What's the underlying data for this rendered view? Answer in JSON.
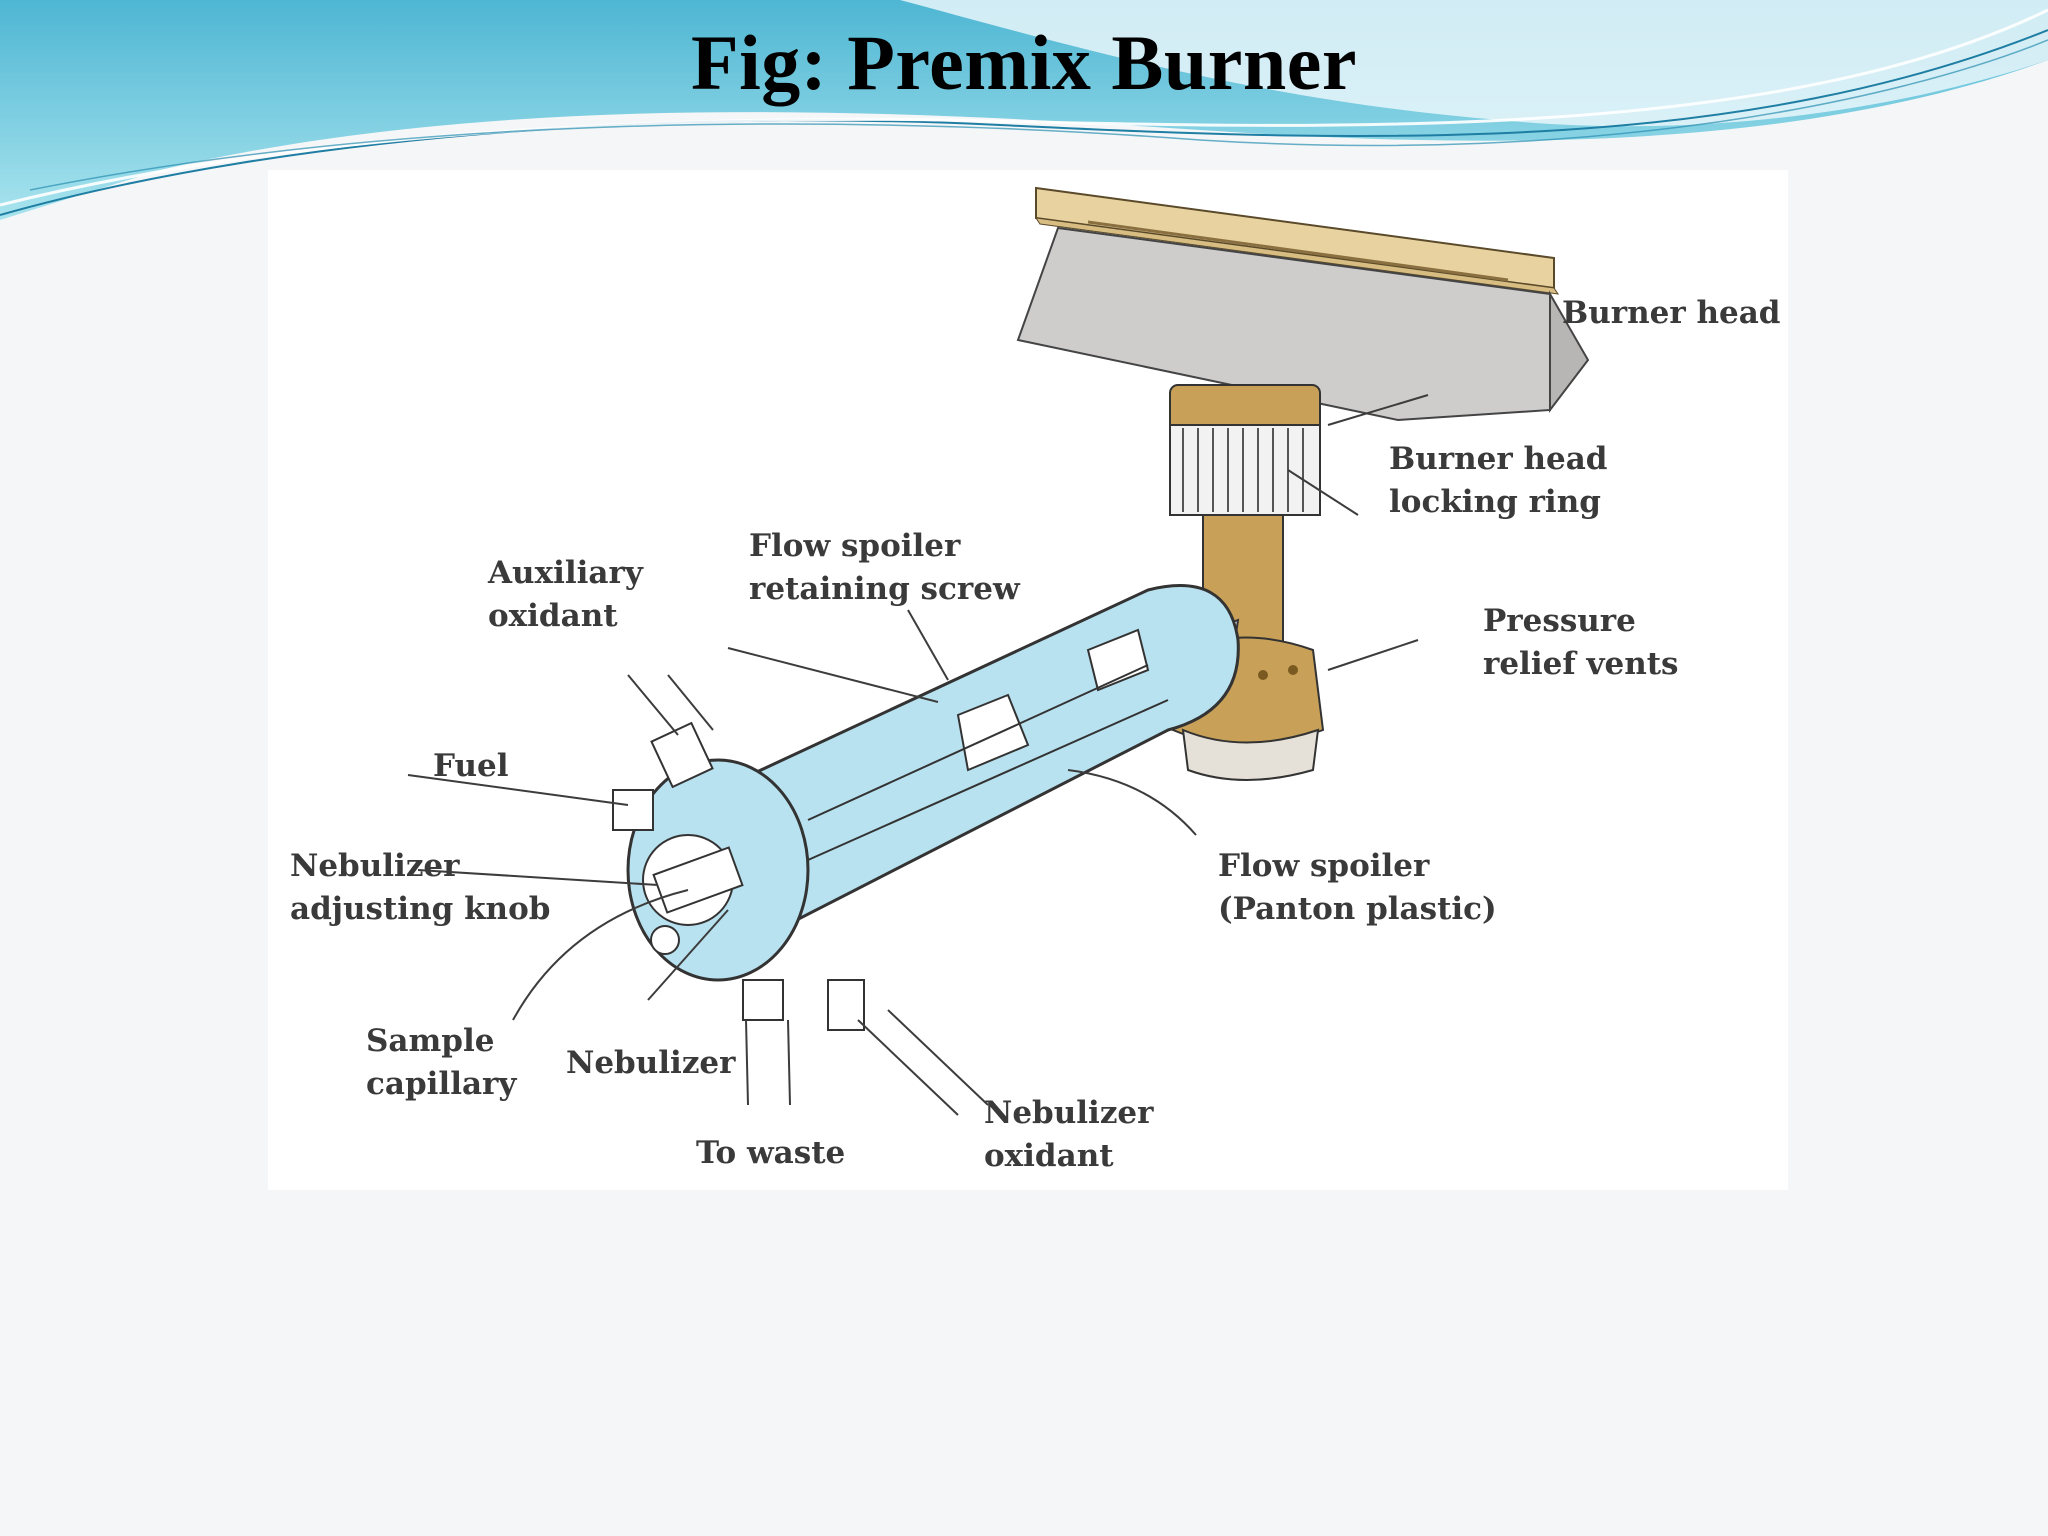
{
  "slide": {
    "title": "Fig: Premix Burner",
    "theme_colors": {
      "wave_light": "#7fd6e6",
      "wave_dark": "#2a8fb0",
      "background": "#f4f6f8"
    }
  },
  "diagram": {
    "labels": {
      "burner_head": "Burner head",
      "locking_ring": [
        "Burner head",
        "locking ring"
      ],
      "pressure_relief": [
        "Pressure",
        "relief vents"
      ],
      "flow_spoiler_screw": [
        "Flow spoiler",
        "retaining screw"
      ],
      "auxiliary_oxidant": [
        "Auxiliary",
        "oxidant"
      ],
      "fuel": "Fuel",
      "nebulizer_knob": [
        "Nebulizer",
        "adjusting knob"
      ],
      "flow_spoiler": [
        "Flow spoiler",
        "(Panton plastic)"
      ],
      "sample_capillary": [
        "Sample",
        "capillary"
      ],
      "nebulizer": "Nebulizer",
      "to_waste": "To waste",
      "nebulizer_oxidant": [
        "Nebulizer",
        "oxidant"
      ]
    },
    "colors": {
      "burner_slot": "#e8d2a0",
      "burner_side": "#cfcccc",
      "brass": "#c8a057",
      "chamber": "#b9e2f0",
      "line": "#3c3c3c"
    }
  }
}
